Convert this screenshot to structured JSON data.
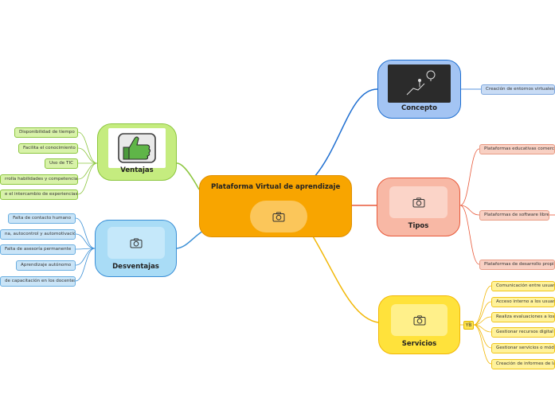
{
  "central": {
    "title": "Plataforma Virtual de aprendizaje"
  },
  "branches": {
    "concepto": {
      "title": "Concepto",
      "items": [
        "Creación de entornos virtuales"
      ]
    },
    "tipos": {
      "title": "Tipos",
      "items": [
        "Plataformas educativas comerci",
        "Plataformas de software libre",
        "Plataformas de desarrollo propi"
      ]
    },
    "servicios": {
      "title": "Servicios",
      "tag": "YB",
      "items": [
        "Comunicación entre usuari",
        "Acceso interno a los usuari",
        "Realiza evaluaciones a los",
        "Gestionar recursos digital",
        "Gestionar servicios o módi",
        "Creación de informes de la"
      ]
    },
    "ventajas": {
      "title": "Ventajas",
      "items": [
        "Disponibilidad de tiempo",
        "Facilita el conocimiento",
        "Uso de TIC",
        "rrolla habilidades y competencias",
        "e el intercambio de experiencias"
      ]
    },
    "desventajas": {
      "title": "Desventajas",
      "items": [
        "Falta de contacto humano",
        "na, autocontrol y automotivación",
        "Falta de asesoría permanente",
        "Aprendizaje autónomo",
        "de capacitación en los docentes"
      ]
    }
  },
  "icons": [
    "camera-icon",
    "thumbs-up-icon",
    "lightbulb-icon"
  ],
  "colors": {
    "central_fill": "#f8a500",
    "concepto_fill": "#a3c4f3",
    "tipos_fill": "#f8b8a5",
    "servicios_fill": "#ffe23b",
    "ventajas_fill": "#c5ec7f",
    "desventajas_fill": "#a9dcf6",
    "line_concepto": "#1f6fd1",
    "line_tipos": "#e8593a",
    "line_servicios": "#f2b705",
    "line_ventajas": "#8cc63f",
    "line_desventajas": "#3a8fd6"
  }
}
